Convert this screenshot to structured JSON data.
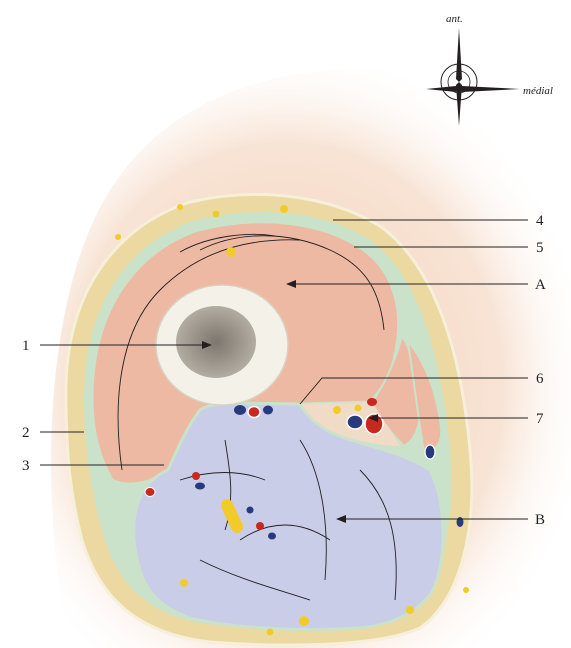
{
  "compass": {
    "anterior": "ant.",
    "medial": "médial"
  },
  "labels": {
    "l1": "1",
    "l2": "2",
    "l3": "3",
    "l4": "4",
    "l5": "5",
    "l6": "6",
    "l7": "7",
    "lA": "A",
    "lB": "B"
  },
  "colors": {
    "skin_shadow": "#f4d9c6",
    "fat": "#ecd9a2",
    "fascia": "#c9e2c9",
    "anterior_compartment": "#eeb9a3",
    "posterior_compartment": "#c9cde8",
    "bone_cortex": "#f4f1e8",
    "marrow": "#8a847b",
    "artery": "#c8281e",
    "vein": "#273a7e",
    "nerve": "#f2cb2b"
  }
}
